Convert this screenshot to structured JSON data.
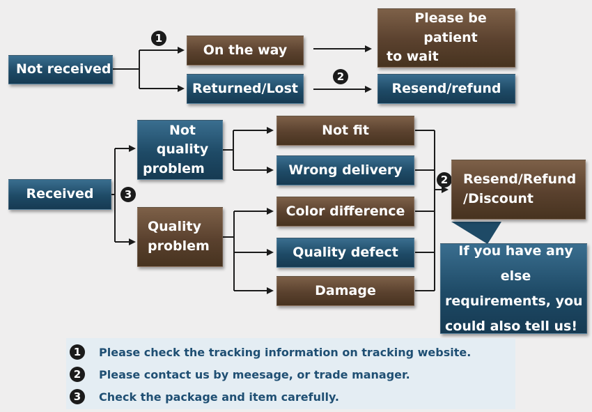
{
  "colors": {
    "blue_box": "#1e4a66",
    "brown_box": "#5a412e",
    "note_text": "#1f4f73",
    "background": "#efeeee"
  },
  "markers": {
    "one": "1",
    "two": "2",
    "three": "3"
  },
  "boxes": {
    "not_received": "Not received",
    "on_the_way": "On the way",
    "returned_lost": "Returned/Lost",
    "please_be_patient": [
      "Please be patient",
      "to wait"
    ],
    "resend_refund": "Resend/refund",
    "received": "Received",
    "not_quality_problem": [
      "Not quality",
      "problem"
    ],
    "quality_problem": [
      "Quality",
      "problem"
    ],
    "not_fit": "Not fit",
    "wrong_delivery": "Wrong delivery",
    "color_difference": "Color difference",
    "quality_defect": "Quality defect",
    "damage": "Damage",
    "resend_refund_discount": [
      "Resend/Refund",
      "/Discount"
    ],
    "else_requirements": [
      "If you have any else",
      "requirements, you",
      "could also tell us!"
    ]
  },
  "notes": [
    {
      "marker": "1",
      "text": "Please check the tracking information on tracking website."
    },
    {
      "marker": "2",
      "text": "Please contact us by meesage, or trade manager."
    },
    {
      "marker": "3",
      "text": "Check the package and item carefully."
    }
  ]
}
